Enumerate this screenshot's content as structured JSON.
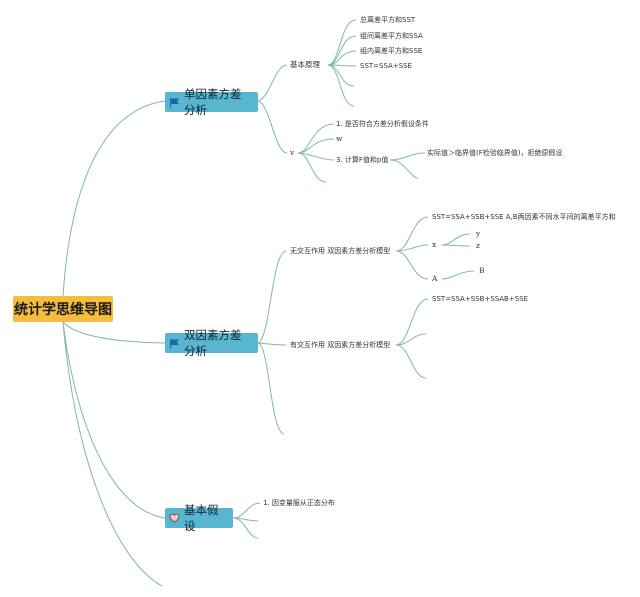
{
  "root": {
    "label": "统计学思维导图"
  },
  "topics": {
    "one_way": {
      "label": "单因素方差分析",
      "icon": "flag-icon",
      "principle": {
        "label": "基本原理",
        "items": [
          "总离差平方和SST",
          "组间离差平方和SSA",
          "组内离差平方和SSE",
          "SST=SSA+SSE"
        ]
      },
      "v": {
        "label": "v",
        "items": [
          "1. 是否符合方差分析假设条件",
          "w",
          "3. 计算F值和p值"
        ],
        "conclusion": "实际值＞临界值(F检验临界值)，拒绝原假设"
      }
    },
    "two_way": {
      "label": "双因素方差分析",
      "icon": "flag-icon",
      "no_interaction": {
        "label": "无交互作用 双因素方差分析模型",
        "formula": "SST=SSA+SSB+SSE A,B两因素不同水平间的离差平方和",
        "x": {
          "label": "x",
          "children": [
            "y",
            "z"
          ]
        },
        "a": {
          "label": "A",
          "children": [
            "B"
          ]
        }
      },
      "with_interaction": {
        "label": "有交互作用 双因素方差分析模型",
        "formula": "SST=SSA+SSB+SSAB+SSE"
      }
    },
    "assumptions": {
      "label": "基本假设",
      "icon": "heart-icon",
      "items": [
        "1. 因变量服从正态分布"
      ]
    }
  },
  "colors": {
    "branch": "#7fb9a8",
    "topic_fill": "#59b6d1",
    "root_fill": "#f5bd3a",
    "flag": "#1e62b0"
  }
}
